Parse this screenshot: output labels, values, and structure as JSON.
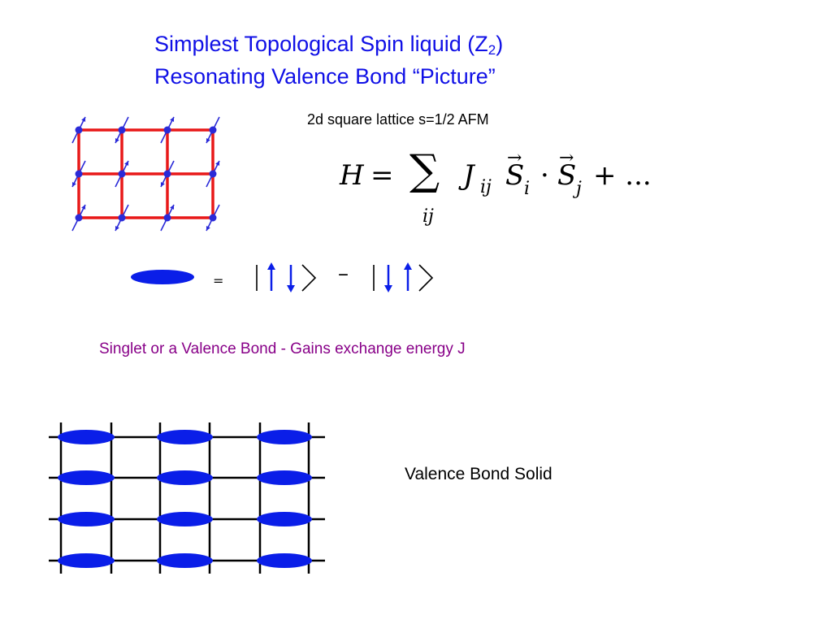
{
  "title": {
    "line1_prefix": "Simplest Topological Spin liquid (Z",
    "line1_sub": "2",
    "line1_suffix": ")",
    "line2": "Resonating Valence Bond “Picture”"
  },
  "lattice_caption": "2d square lattice  s=1/2 AFM",
  "hamiltonian": {
    "lhs": "H",
    "equals": "=",
    "sum": "∑",
    "sum_index": "ij",
    "coupling": "J",
    "coupling_index": "ij",
    "spin": "S",
    "spin_index_i": "i",
    "dot": "·",
    "spin_index_j": "j",
    "tail": "+ ..."
  },
  "singlet_equation": {
    "equals": "=",
    "minus": "–"
  },
  "singlet_caption": "Singlet or a Valence Bond - Gains exchange energy J",
  "vbs_caption": "Valence Bond Solid",
  "colors": {
    "title": "#1010e6",
    "lattice_bond": "#e81818",
    "spin_arrow": "#2a2ad8",
    "singlet": "#0a1ee8",
    "singlet_caption": "#880088"
  }
}
